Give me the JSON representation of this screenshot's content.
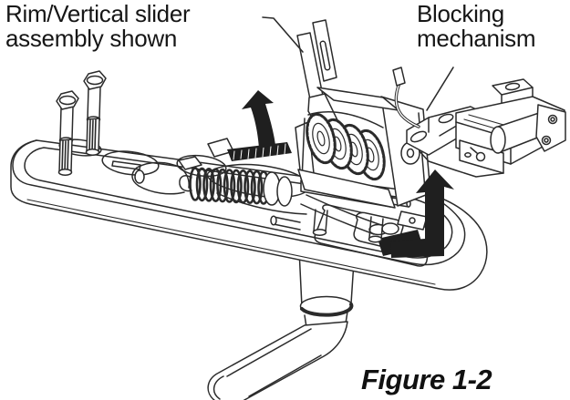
{
  "page": {
    "background_color": "#ffffff",
    "ink_color": "#231f20"
  },
  "figure": {
    "caption": "Figure 1-2",
    "labels": {
      "rim_slider": {
        "line1": "Rim/Vertical slider",
        "line2": "assembly shown"
      },
      "blocking": {
        "line1": "Blocking",
        "line2": "mechanism"
      }
    },
    "icons": {
      "lift_arrow": "curved-up-arrow-icon",
      "remove_arrow": "bent-up-arrow-icon"
    }
  }
}
